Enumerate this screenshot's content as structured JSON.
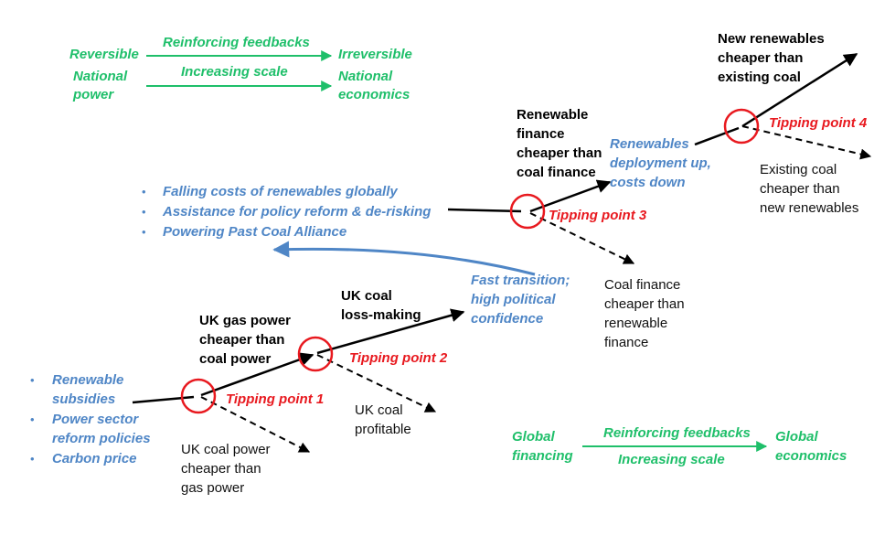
{
  "legend_top": {
    "left_1": "Reversible",
    "left_2a": "National",
    "left_2b": "power",
    "arrow_1": "Reinforcing feedbacks",
    "arrow_2": "Increasing scale",
    "right_1": "Irreversible",
    "right_2a": "National",
    "right_2b": "economics"
  },
  "legend_bottom": {
    "left_a": "Global",
    "left_b": "financing",
    "arrow_1": "Reinforcing feedbacks",
    "arrow_2": "Increasing scale",
    "right_a": "Global",
    "right_b": "economics"
  },
  "drivers_uk": [
    "Renewable",
    "subsidies",
    "Power sector",
    "reform policies",
    "Carbon price"
  ],
  "drivers_global": [
    "Falling costs of renewables globally",
    "Assistance for policy reform & de-risking",
    "Powering Past Coal Alliance"
  ],
  "tipping_points": {
    "tp1": "Tipping point 1",
    "tp2": "Tipping point 2",
    "tp3": "Tipping point 3",
    "tp4": "Tipping point 4"
  },
  "outcomes": {
    "tp1_up": [
      "UK gas power",
      "cheaper than",
      "coal power"
    ],
    "tp1_down": [
      "UK coal power",
      "cheaper than",
      "gas power"
    ],
    "tp2_up": [
      "UK coal",
      "loss-making"
    ],
    "tp2_down": [
      "UK coal",
      "profitable"
    ],
    "tp3_up": [
      "Renewable",
      "finance",
      "cheaper than",
      "coal finance"
    ],
    "tp3_down": [
      "Coal finance",
      "cheaper than",
      "renewable",
      "finance"
    ],
    "tp4_up": [
      "New renewables",
      "cheaper than",
      "existing coal"
    ],
    "tp4_down": [
      "Existing coal",
      "cheaper than",
      "new renewables"
    ]
  },
  "transitions": {
    "fast": [
      "Fast transition;",
      "high political",
      "confidence"
    ],
    "deploy": [
      "Renewables",
      "deployment up,",
      "costs down"
    ]
  },
  "colors": {
    "green": "#1fbf6a",
    "blue": "#4f86c6",
    "red": "#e8191f",
    "black": "#000000"
  }
}
